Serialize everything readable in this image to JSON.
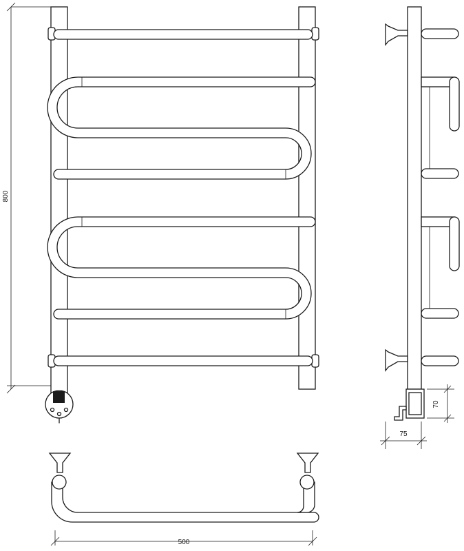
{
  "drawing": {
    "dimensions": {
      "height": "800",
      "width": "500",
      "depth": "75",
      "heater_height": "70"
    }
  }
}
